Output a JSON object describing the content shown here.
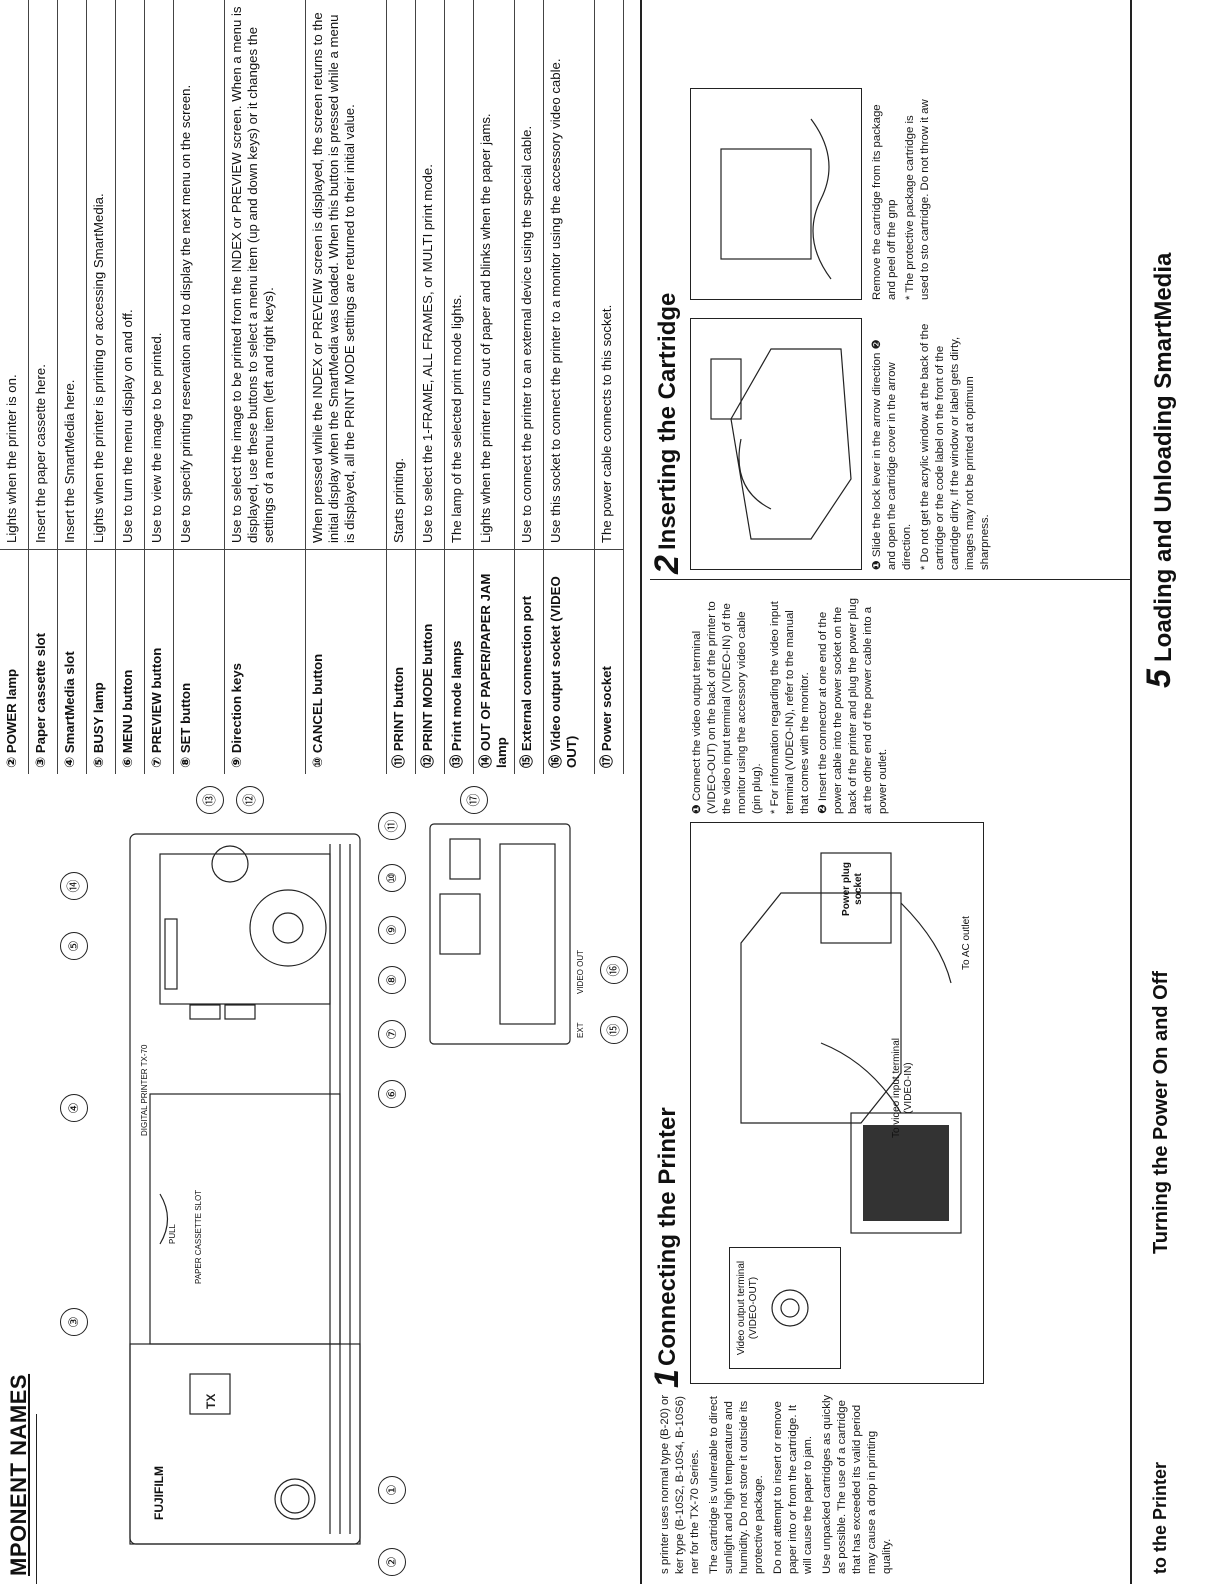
{
  "header": {
    "title": "MPONENT NAMES"
  },
  "components": [
    {
      "num": "②",
      "name": "POWER lamp",
      "desc": "Lights when the printer is on.",
      "h": "h1"
    },
    {
      "num": "③",
      "name": "Paper cassette slot",
      "desc": "Insert the paper cassette here.",
      "h": "h1"
    },
    {
      "num": "④",
      "name": "SmartMedia slot",
      "desc": "Insert the SmartMedia here.",
      "h": "h1"
    },
    {
      "num": "⑤",
      "name": "BUSY lamp",
      "desc": "Lights when the printer is printing or accessing SmartMedia.",
      "h": "h1"
    },
    {
      "num": "⑥",
      "name": "MENU button",
      "desc": "Use to turn the menu display on and off.",
      "h": "h1"
    },
    {
      "num": "⑦",
      "name": "PREVIEW button",
      "desc": "Use to view the image to be printed.",
      "h": "h1"
    },
    {
      "num": "⑧",
      "name": "SET button",
      "desc": "Use to specify printing reservation and to display the next menu on the screen.",
      "h": "h2"
    },
    {
      "num": "⑨",
      "name": "Direction keys",
      "desc": "Use to select the image to be printed from the INDEX or PREVIEW screen. When a menu is displayed, use these buttons to select a menu item (up and down keys) or it changes the settings of a menu item (left and right keys).",
      "h": "h4"
    },
    {
      "num": "⑩",
      "name": "CANCEL button",
      "desc": "When pressed while the INDEX or PREVEIW screen is displayed, the screen returns to the initial display when the SmartMedia was loaded. When this button is pressed while a menu is displayed, all the PRINT MODE settings are returned to their initial value.",
      "h": "h4"
    },
    {
      "num": "⑪",
      "name": "PRINT button",
      "desc": "Starts printing.",
      "h": "h1"
    },
    {
      "num": "⑫",
      "name": "PRINT MODE button",
      "desc": "Use to select the 1-FRAME, ALL FRAMES, or MULTI print mode.",
      "h": "h1"
    },
    {
      "num": "⑬",
      "name": "Print mode lamps",
      "desc": "The lamp of the selected print mode lights.",
      "h": "h1"
    },
    {
      "num": "⑭",
      "name": "OUT OF PAPER/PAPER JAM lamp",
      "desc": "Lights when the printer runs out of paper and blinks when the paper jams.",
      "h": "h1"
    },
    {
      "num": "⑮",
      "name": "External connection port",
      "desc": "Use to connect the printer to an external device using the special cable.",
      "h": "h1"
    },
    {
      "num": "⑯",
      "name": "Video output socket (VIDEO OUT)",
      "desc": "Use this socket to connect the printer to a monitor using the accessory video cable.",
      "h": "h2"
    },
    {
      "num": "⑰",
      "name": "Power socket",
      "desc": "The power cable connects to this socket.",
      "h": "h1"
    }
  ],
  "printer_labels": {
    "brand": "FUJIFILM",
    "model": "DIGITAL PRINTER TX-70",
    "cassette_label": "PAPER CASSETTE SLOT",
    "pull": "PULL",
    "tx_logo": "TX",
    "ext": "EXT",
    "video_out": "VIDEO OUT"
  },
  "callouts_front": [
    "①",
    "②",
    "③",
    "④",
    "⑤",
    "⑥",
    "⑦",
    "⑧",
    "⑨",
    "⑩",
    "⑪",
    "⑫",
    "⑬",
    "⑭"
  ],
  "callouts_back": [
    "⑮",
    "⑯",
    "⑰"
  ],
  "cartridge_intro": {
    "p1": "s printer uses normal type (B-20) or ker type (B-10S2, B-10S4, B-10S6) ner for the TX-70 Series.",
    "p2": "The cartridge is vulnerable to direct sunlight and high temperature and humidity. Do not store it outside its protective package.",
    "p3": "Do not attempt to insert or remove paper into or from the cartridge. It will cause the paper to jam.",
    "p4": "Use unpacked cartridges as quickly as possible. The use of a cartridge that has exceeded its valid period may cause a drop in printing quality."
  },
  "section1": {
    "num": "1",
    "title": "Connecting the Printer",
    "label_video_out": "Video output terminal (VIDEO-OUT)",
    "label_to_video_input": "To video input terminal (VIDEO-IN)",
    "label_ac": "To AC outlet",
    "label_power_plug": "Power plug socket",
    "step1": "Connect the video output terminal (VIDEO-OUT) on the back of the printer to the video input terminal (VIDEO-IN) of the monitor using the accessory video cable (pin plug).",
    "step1_note": "For information regarding the video input terminal (VIDEO-IN), refer to the manual that comes with the monitor.",
    "step2": "Insert the connector at one end of the power cable into the power socket on the back of the printer and plug the power plug at the other end of the power cable into a power outlet."
  },
  "section2": {
    "num": "2",
    "title": "Inserting the Cartridge",
    "step1": "Slide the lock lever in the arrow direction ❷ and open the cartridge cover in the arrow direction.",
    "note": "Do not get the acrylic window at the back of the cartridge or the code label on the front of the cartridge dirty. If the window or label gets dirty, images may not be printed at optimum sharpness.",
    "right_text": "Remove the cartridge from its package and peel off the gnp",
    "right_note": "The protective package cartridge is used to sto cartridge. Do not throw it aw"
  },
  "footer": {
    "left": "to the Printer",
    "middle": "Turning the Power On and Off",
    "section5_num": "5",
    "section5_title": "Loading and Unloading SmartMedia"
  }
}
